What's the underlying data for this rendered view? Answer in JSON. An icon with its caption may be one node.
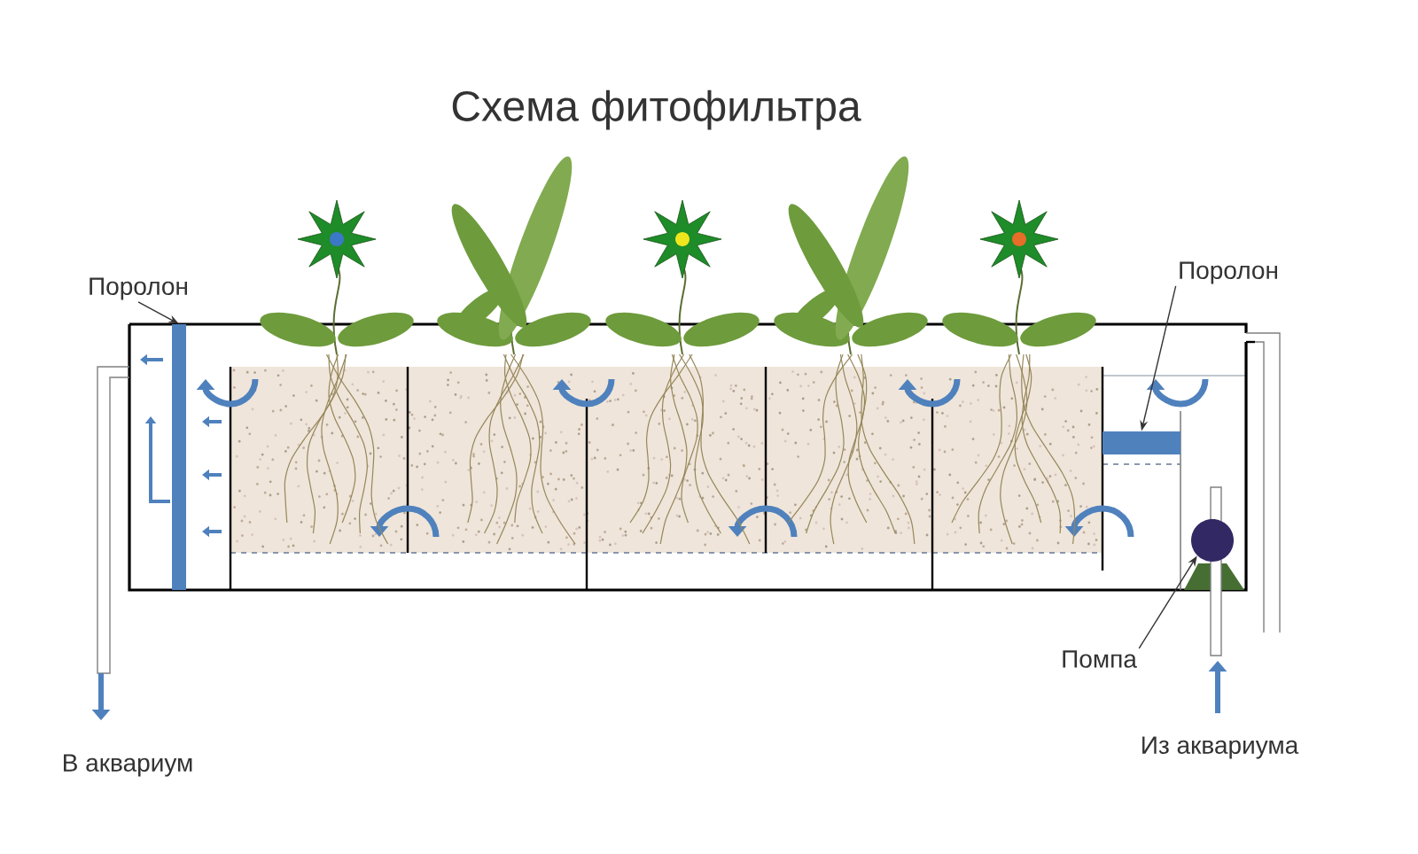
{
  "diagram": {
    "title": "Схема фитофильтра",
    "nodes": [
      {
        "text": [
          "Поролон"
        ]
      },
      {
        "text": [],
        "shape": "bar"
      },
      {
        "text": [
          "Поролон"
        ]
      },
      {
        "text": [],
        "shape": "bar"
      },
      {
        "text": [
          "Помпа"
        ]
      },
      {
        "text": [],
        "shape": "circle"
      },
      {
        "text": [
          "В аквариум"
        ]
      },
      {
        "text": [
          "Из аквариума"
        ]
      }
    ],
    "edges": [
      {
        "from": 0,
        "to": 1,
        "arrow": "to"
      },
      {
        "from": 2,
        "to": 3,
        "arrow": "to"
      },
      {
        "from": 4,
        "to": 5,
        "arrow": "to"
      },
      {
        "from": null,
        "to": 6,
        "arrow": "to",
        "style": "thick",
        "color": "#4f81bd"
      },
      {
        "from": 7,
        "to": null,
        "arrow": "to",
        "style": "thick",
        "color": "#4f81bd"
      }
    ]
  }
}
